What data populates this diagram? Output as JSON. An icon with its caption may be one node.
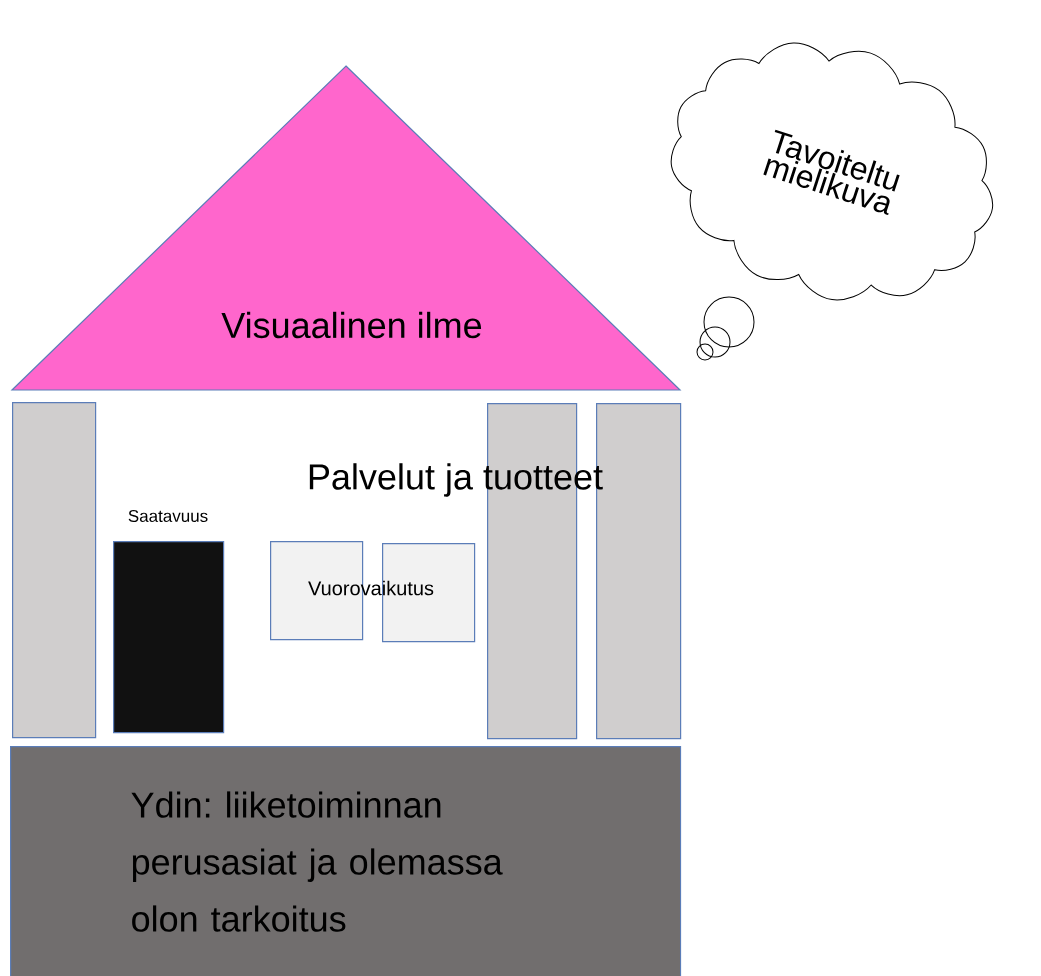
{
  "diagram": {
    "nodes": [
      {
        "text": [
          "Visuaalinen ilme"
        ]
      },
      {
        "text": [
          "Tavoiteltu mielikuva"
        ]
      },
      {
        "text": [],
        "shape": "box"
      },
      {
        "text": [],
        "shape": "box",
        "beside": [
          "Saatavuus"
        ]
      },
      {
        "text": [],
        "shape": "box"
      },
      {
        "text": [],
        "shape": "box"
      },
      {
        "text": [],
        "shape": "box"
      },
      {
        "text": [],
        "shape": "box"
      },
      {
        "text": [
          "Ydin: liiketoiminnan perusasiat ja olemassa olon tarkoitus"
        ]
      }
    ],
    "labels": [
      "Palvelut ja tuotteet",
      "Vuorovaikutus"
    ]
  }
}
